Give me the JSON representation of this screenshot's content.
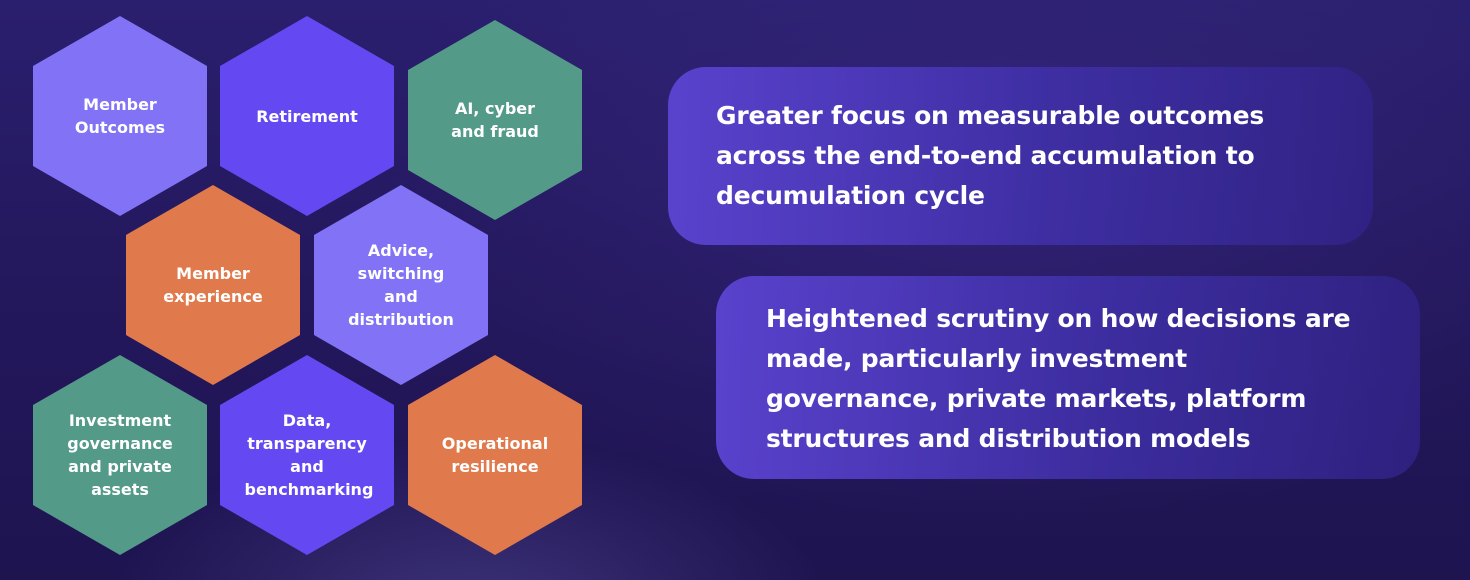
{
  "hexagons": [
    {
      "label": "Member Outcomes",
      "color": "#8272f6"
    },
    {
      "label": "Retirement",
      "color": "#6449f2"
    },
    {
      "label": "AI, cyber and fraud",
      "color": "#549a88"
    },
    {
      "label": "Member experience",
      "color": "#e07a4c"
    },
    {
      "label": "Advice, switching and distribution",
      "color": "#8272f6"
    },
    {
      "label": "Investment governance and private assets",
      "color": "#549a88"
    },
    {
      "label": "Data, transparency and benchmarking",
      "color": "#6449f2"
    },
    {
      "label": "Operational resilience",
      "color": "#e07a4c"
    }
  ],
  "callouts": [
    {
      "text": "Greater focus on measurable outcomes across the end-to-end accumulation to decumulation cycle"
    },
    {
      "text": "Heightened scrutiny on how decisions are made, particularly investment governance, private markets, platform structures and distribution models"
    }
  ]
}
